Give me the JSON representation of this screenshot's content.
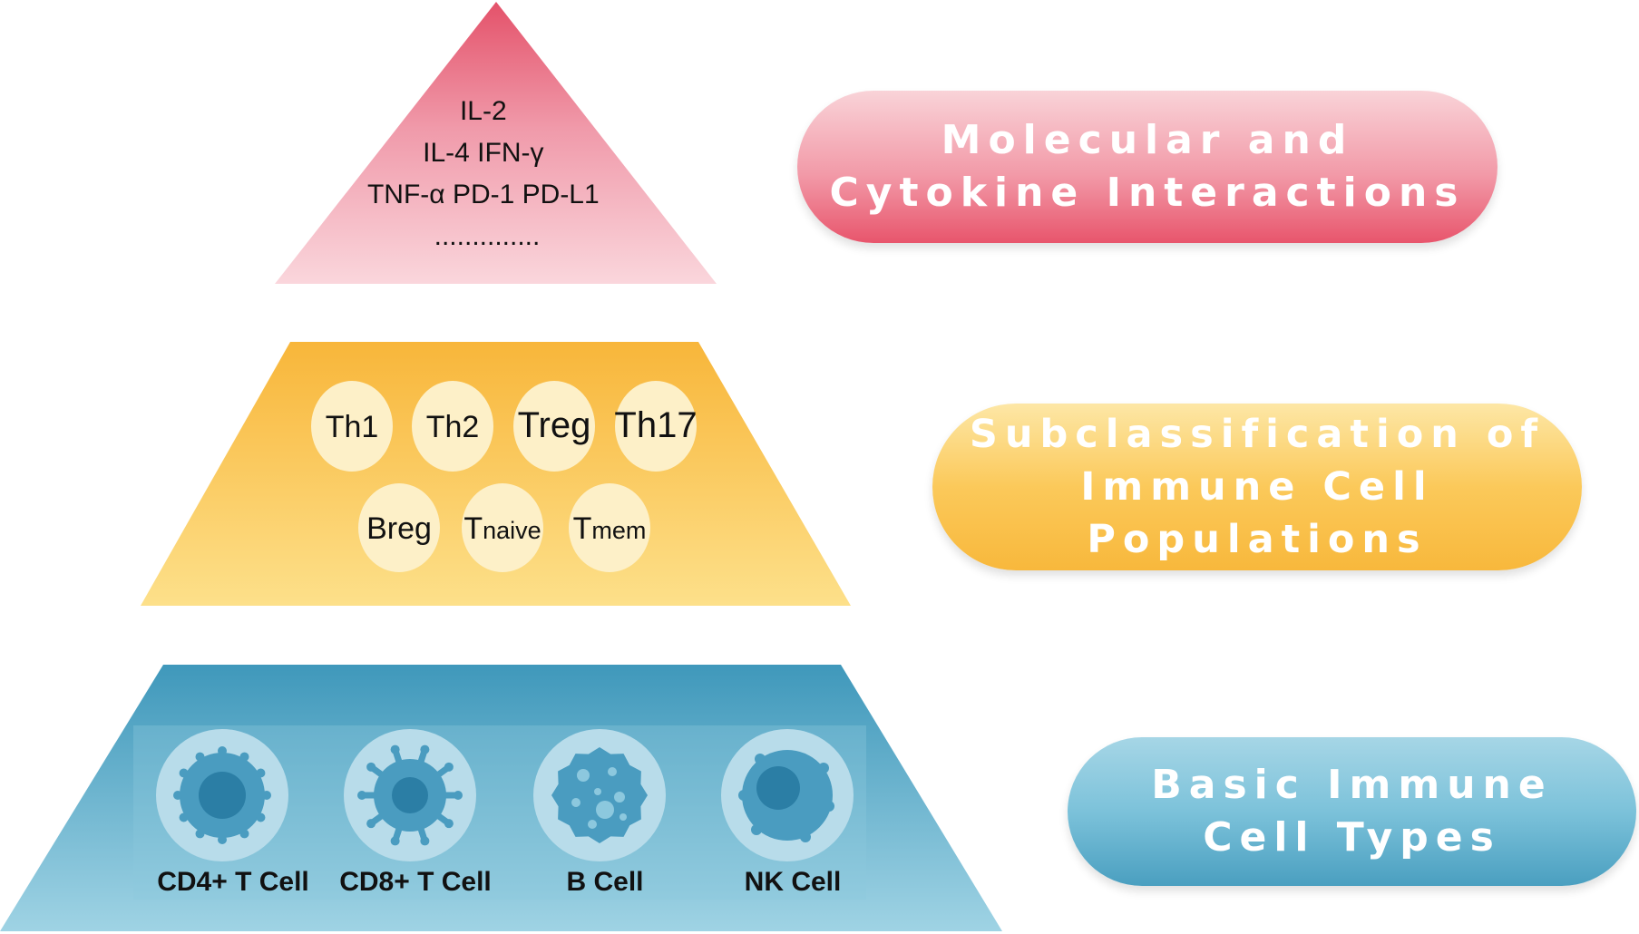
{
  "levels": {
    "top": {
      "title_lines": [
        "Molecular and",
        "Cytokine Interactions"
      ],
      "content_lines": [
        "IL-2",
        "IL-4 IFN-γ",
        "TNF-α PD-1 PD-L1",
        ".............."
      ]
    },
    "middle": {
      "title_lines": [
        "Subclassification of",
        "Immune Cell",
        "Populations"
      ],
      "bubbles_row1": [
        "Th1",
        "Th2",
        "Treg",
        "Th17"
      ],
      "bubbles_row2": [
        {
          "main": "Breg",
          "sub": ""
        },
        {
          "main": "T",
          "sub": "naive"
        },
        {
          "main": "T",
          "sub": "mem"
        }
      ]
    },
    "bottom": {
      "title_lines": [
        "Basic Immune",
        "Cell Types"
      ],
      "cells": [
        {
          "label": "CD4+ T Cell",
          "icon": "cd4-t-cell-icon"
        },
        {
          "label": "CD8+ T Cell",
          "icon": "cd8-t-cell-icon"
        },
        {
          "label": "B Cell",
          "icon": "b-cell-icon"
        },
        {
          "label": "NK Cell",
          "icon": "nk-cell-icon"
        }
      ]
    }
  },
  "colors": {
    "pink_light": "#f9d3d8",
    "pink_dark": "#e4526a",
    "yellow_light": "#fde08a",
    "yellow_dark": "#f8b63a",
    "blue_light": "#9fd3e4",
    "blue_dark": "#3f98bb",
    "bubble": "#fdf0c8",
    "cell_halo": "#b8dcea",
    "cell_body": "#4a9cc0",
    "cell_nucleus": "#2b7ea5"
  }
}
